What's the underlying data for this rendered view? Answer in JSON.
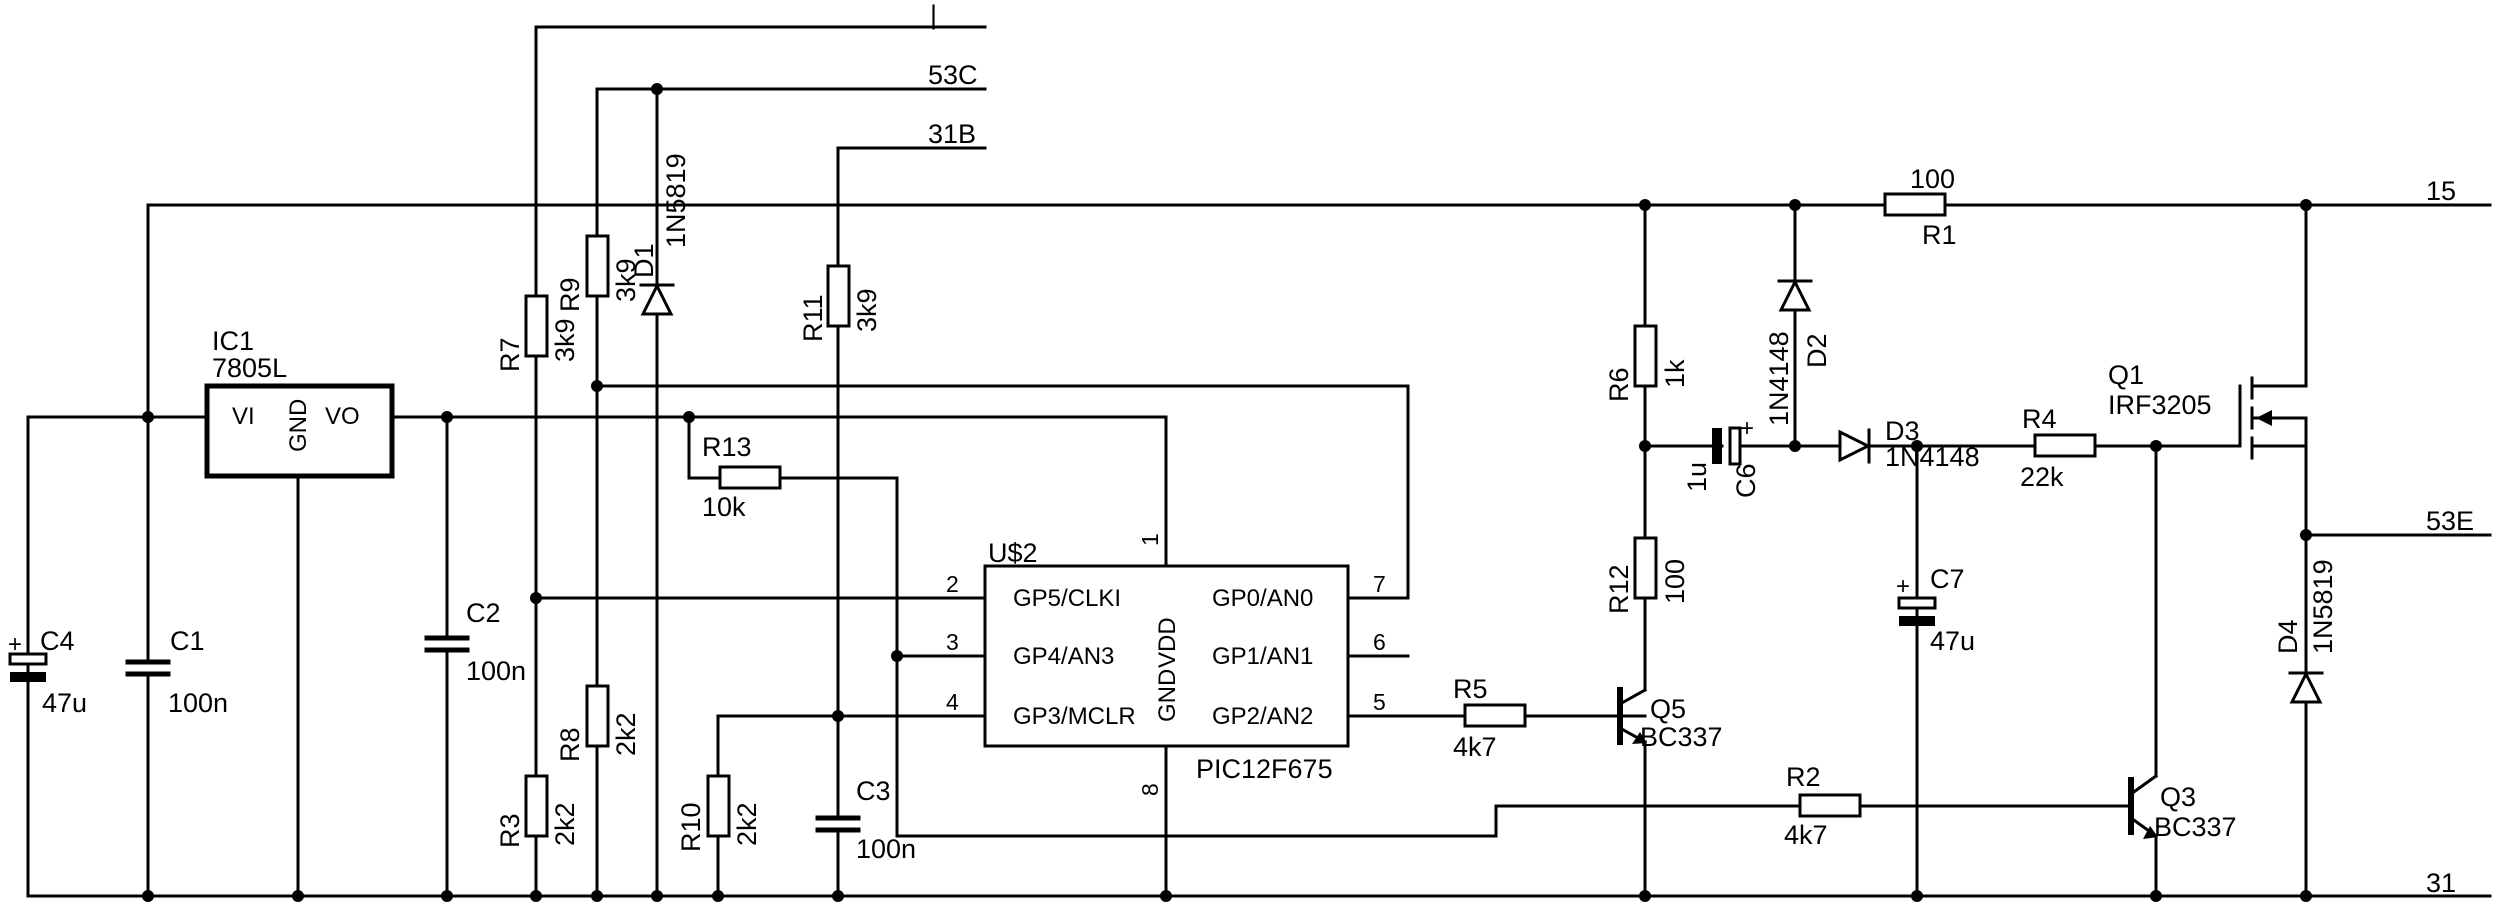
{
  "nets": {
    "top": "|",
    "n53c": "53C",
    "n31b": "31B",
    "n15": "15",
    "n53e": "53E",
    "n31": "31"
  },
  "parts": {
    "ic1": {
      "ref": "IC1",
      "val": "7805L",
      "vi": "VI",
      "gnd": "GND",
      "vo": "VO"
    },
    "u2": {
      "ref": "U$2",
      "val": "PIC12F675",
      "gp5": "GP5/CLKI",
      "gp4": "GP4/AN3",
      "gp3": "GP3/MCLR",
      "gp0": "GP0/AN0",
      "gp1": "GP1/AN1",
      "gp2": "GP2/AN2",
      "vdd": "VDD",
      "gnd": "GND",
      "p1": "1",
      "p2": "2",
      "p3": "3",
      "p4": "4",
      "p5": "5",
      "p6": "6",
      "p7": "7",
      "p8": "8"
    },
    "c4": {
      "ref": "C4",
      "val": "47u"
    },
    "c1": {
      "ref": "C1",
      "val": "100n"
    },
    "c2": {
      "ref": "C2",
      "val": "100n"
    },
    "c3": {
      "ref": "C3",
      "val": "100n"
    },
    "c6": {
      "ref": "C6",
      "val": "1u"
    },
    "c7": {
      "ref": "C7",
      "val": "47u"
    },
    "r1": {
      "ref": "R1",
      "val": "100"
    },
    "r2": {
      "ref": "R2",
      "val": "4k7"
    },
    "r3": {
      "ref": "R3",
      "val": "2k2"
    },
    "r4": {
      "ref": "R4",
      "val": "22k"
    },
    "r5": {
      "ref": "R5",
      "val": "4k7"
    },
    "r6": {
      "ref": "R6",
      "val": "1k"
    },
    "r7": {
      "ref": "R7",
      "val": "3k9"
    },
    "r8": {
      "ref": "R8",
      "val": "2k2"
    },
    "r9": {
      "ref": "R9",
      "val": "3k9"
    },
    "r10": {
      "ref": "R10",
      "val": "2k2"
    },
    "r11": {
      "ref": "R11",
      "val": "3k9"
    },
    "r12": {
      "ref": "R12",
      "val": "100"
    },
    "r13": {
      "ref": "R13",
      "val": "10k"
    },
    "d1": {
      "ref": "D1",
      "val": "1N5819"
    },
    "d2": {
      "ref": "D2",
      "val": "1N4148"
    },
    "d3": {
      "ref": "D3",
      "val": "1N4148"
    },
    "d4": {
      "ref": "D4",
      "val": "1N5819"
    },
    "q1": {
      "ref": "Q1",
      "val": "IRF3205"
    },
    "q3": {
      "ref": "Q3",
      "val": "BC337"
    },
    "q5": {
      "ref": "Q5",
      "val": "BC337"
    }
  },
  "polarity": {
    "plus": "+"
  }
}
